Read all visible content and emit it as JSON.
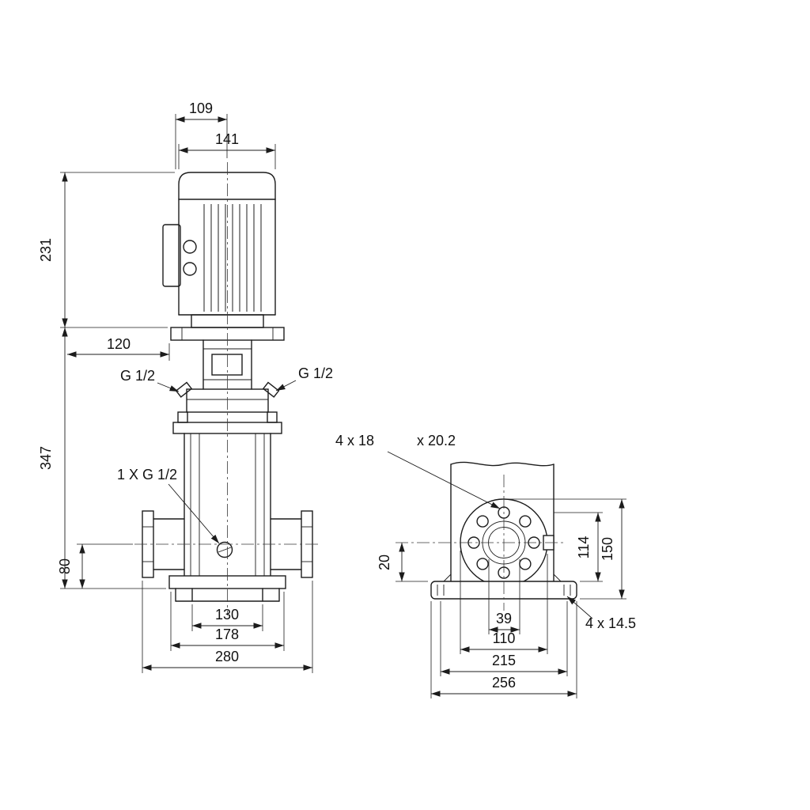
{
  "drawing": {
    "front_view": {
      "d109": "109",
      "d141": "141",
      "d231": "231",
      "d120": "120",
      "d347": "347",
      "d80": "80",
      "d130": "130",
      "d178": "178",
      "d280": "280",
      "g_half_left": "G 1/2",
      "g_half_right": "G 1/2",
      "drain_label": "1 X G 1/2"
    },
    "side_view": {
      "flange_holes": "4 x 18",
      "flange_holes_cb": "x 20.2",
      "d20": "20",
      "d114": "114",
      "d150": "150",
      "d39": "39",
      "d110": "110",
      "d215": "215",
      "d256": "256",
      "base_holes": "4 x 14.5"
    }
  }
}
